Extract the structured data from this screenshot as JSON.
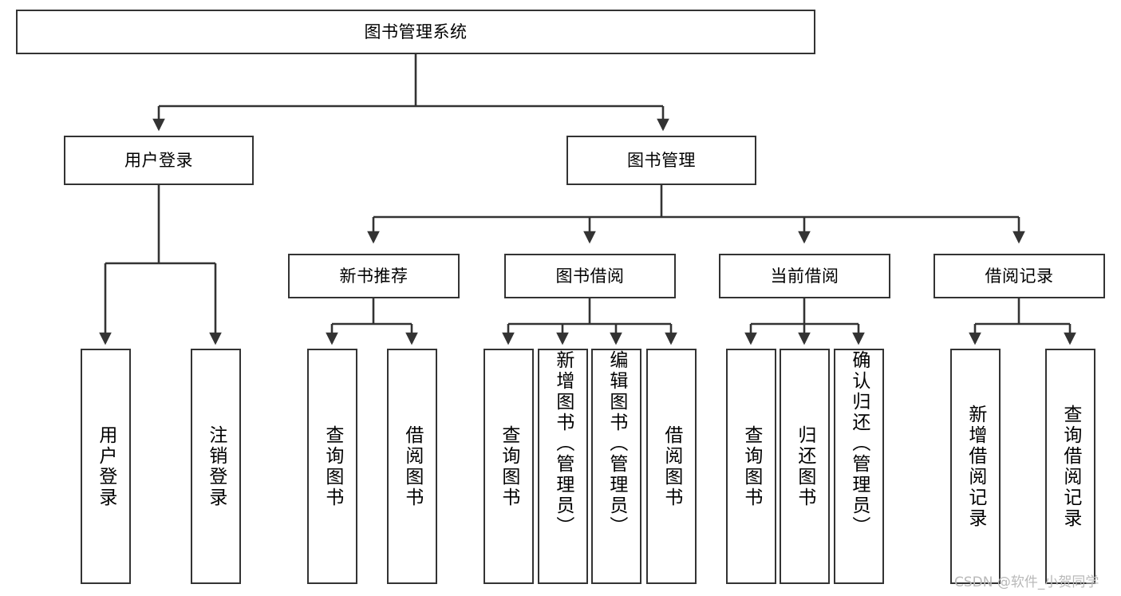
{
  "diagram": {
    "title": "图书管理系统",
    "type": "tree",
    "background": "#ffffff",
    "line_color": "#333333",
    "box_border_color": "#333333",
    "text_color": "#000000"
  },
  "root": {
    "label": "图书管理系统"
  },
  "level2": [
    {
      "label": "用户登录"
    },
    {
      "label": "图书管理"
    }
  ],
  "level3": [
    {
      "label": "新书推荐"
    },
    {
      "label": "图书借阅"
    },
    {
      "label": "当前借阅"
    },
    {
      "label": "借阅记录"
    }
  ],
  "leaves": {
    "user_login": [
      {
        "label": "用户登录"
      },
      {
        "label": "注销登录"
      }
    ],
    "new_book": [
      {
        "label": "查询图书"
      },
      {
        "label": "借阅图书"
      }
    ],
    "book_borrow": [
      {
        "label": "查询图书"
      },
      {
        "label": "新增图书（管理员）"
      },
      {
        "label": "编辑图书（管理员）"
      },
      {
        "label": "借阅图书"
      }
    ],
    "current_borrow": [
      {
        "label": "查询图书"
      },
      {
        "label": "归还图书"
      },
      {
        "label": "确认归还（管理员）"
      }
    ],
    "borrow_record": [
      {
        "label": "新增借阅记录"
      },
      {
        "label": "查询借阅记录"
      }
    ]
  },
  "watermark": {
    "text": "CSDN @软件_小贺同学"
  }
}
